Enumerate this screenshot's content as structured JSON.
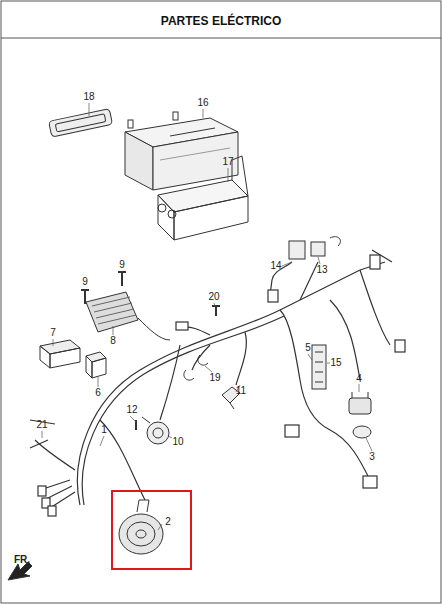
{
  "diagram": {
    "title": "PARTES ELÉCTRICO",
    "nodes": [
      {
        "text": [
          "2"
        ]
      }
    ],
    "labels": [
      "18",
      "16",
      "17",
      "14",
      "13",
      "9",
      "9",
      "20",
      "8",
      "7",
      "5",
      "15",
      "19",
      "11",
      "4",
      "6",
      "21",
      "12",
      "10",
      "1",
      "3",
      "FR."
    ]
  }
}
